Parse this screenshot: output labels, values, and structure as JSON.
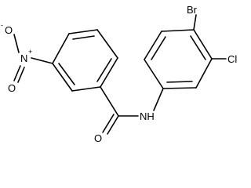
{
  "molecule": {
    "atoms": {
      "nitro_o_minus": "O",
      "nitro_n": "N",
      "nitro_o": "O",
      "carbonyl_o": "O",
      "amide_nh": "NH",
      "bromine": "Br",
      "chlorine": "Cl"
    },
    "charges": {
      "nitro_o_minus": "-",
      "nitro_n": "+"
    }
  }
}
